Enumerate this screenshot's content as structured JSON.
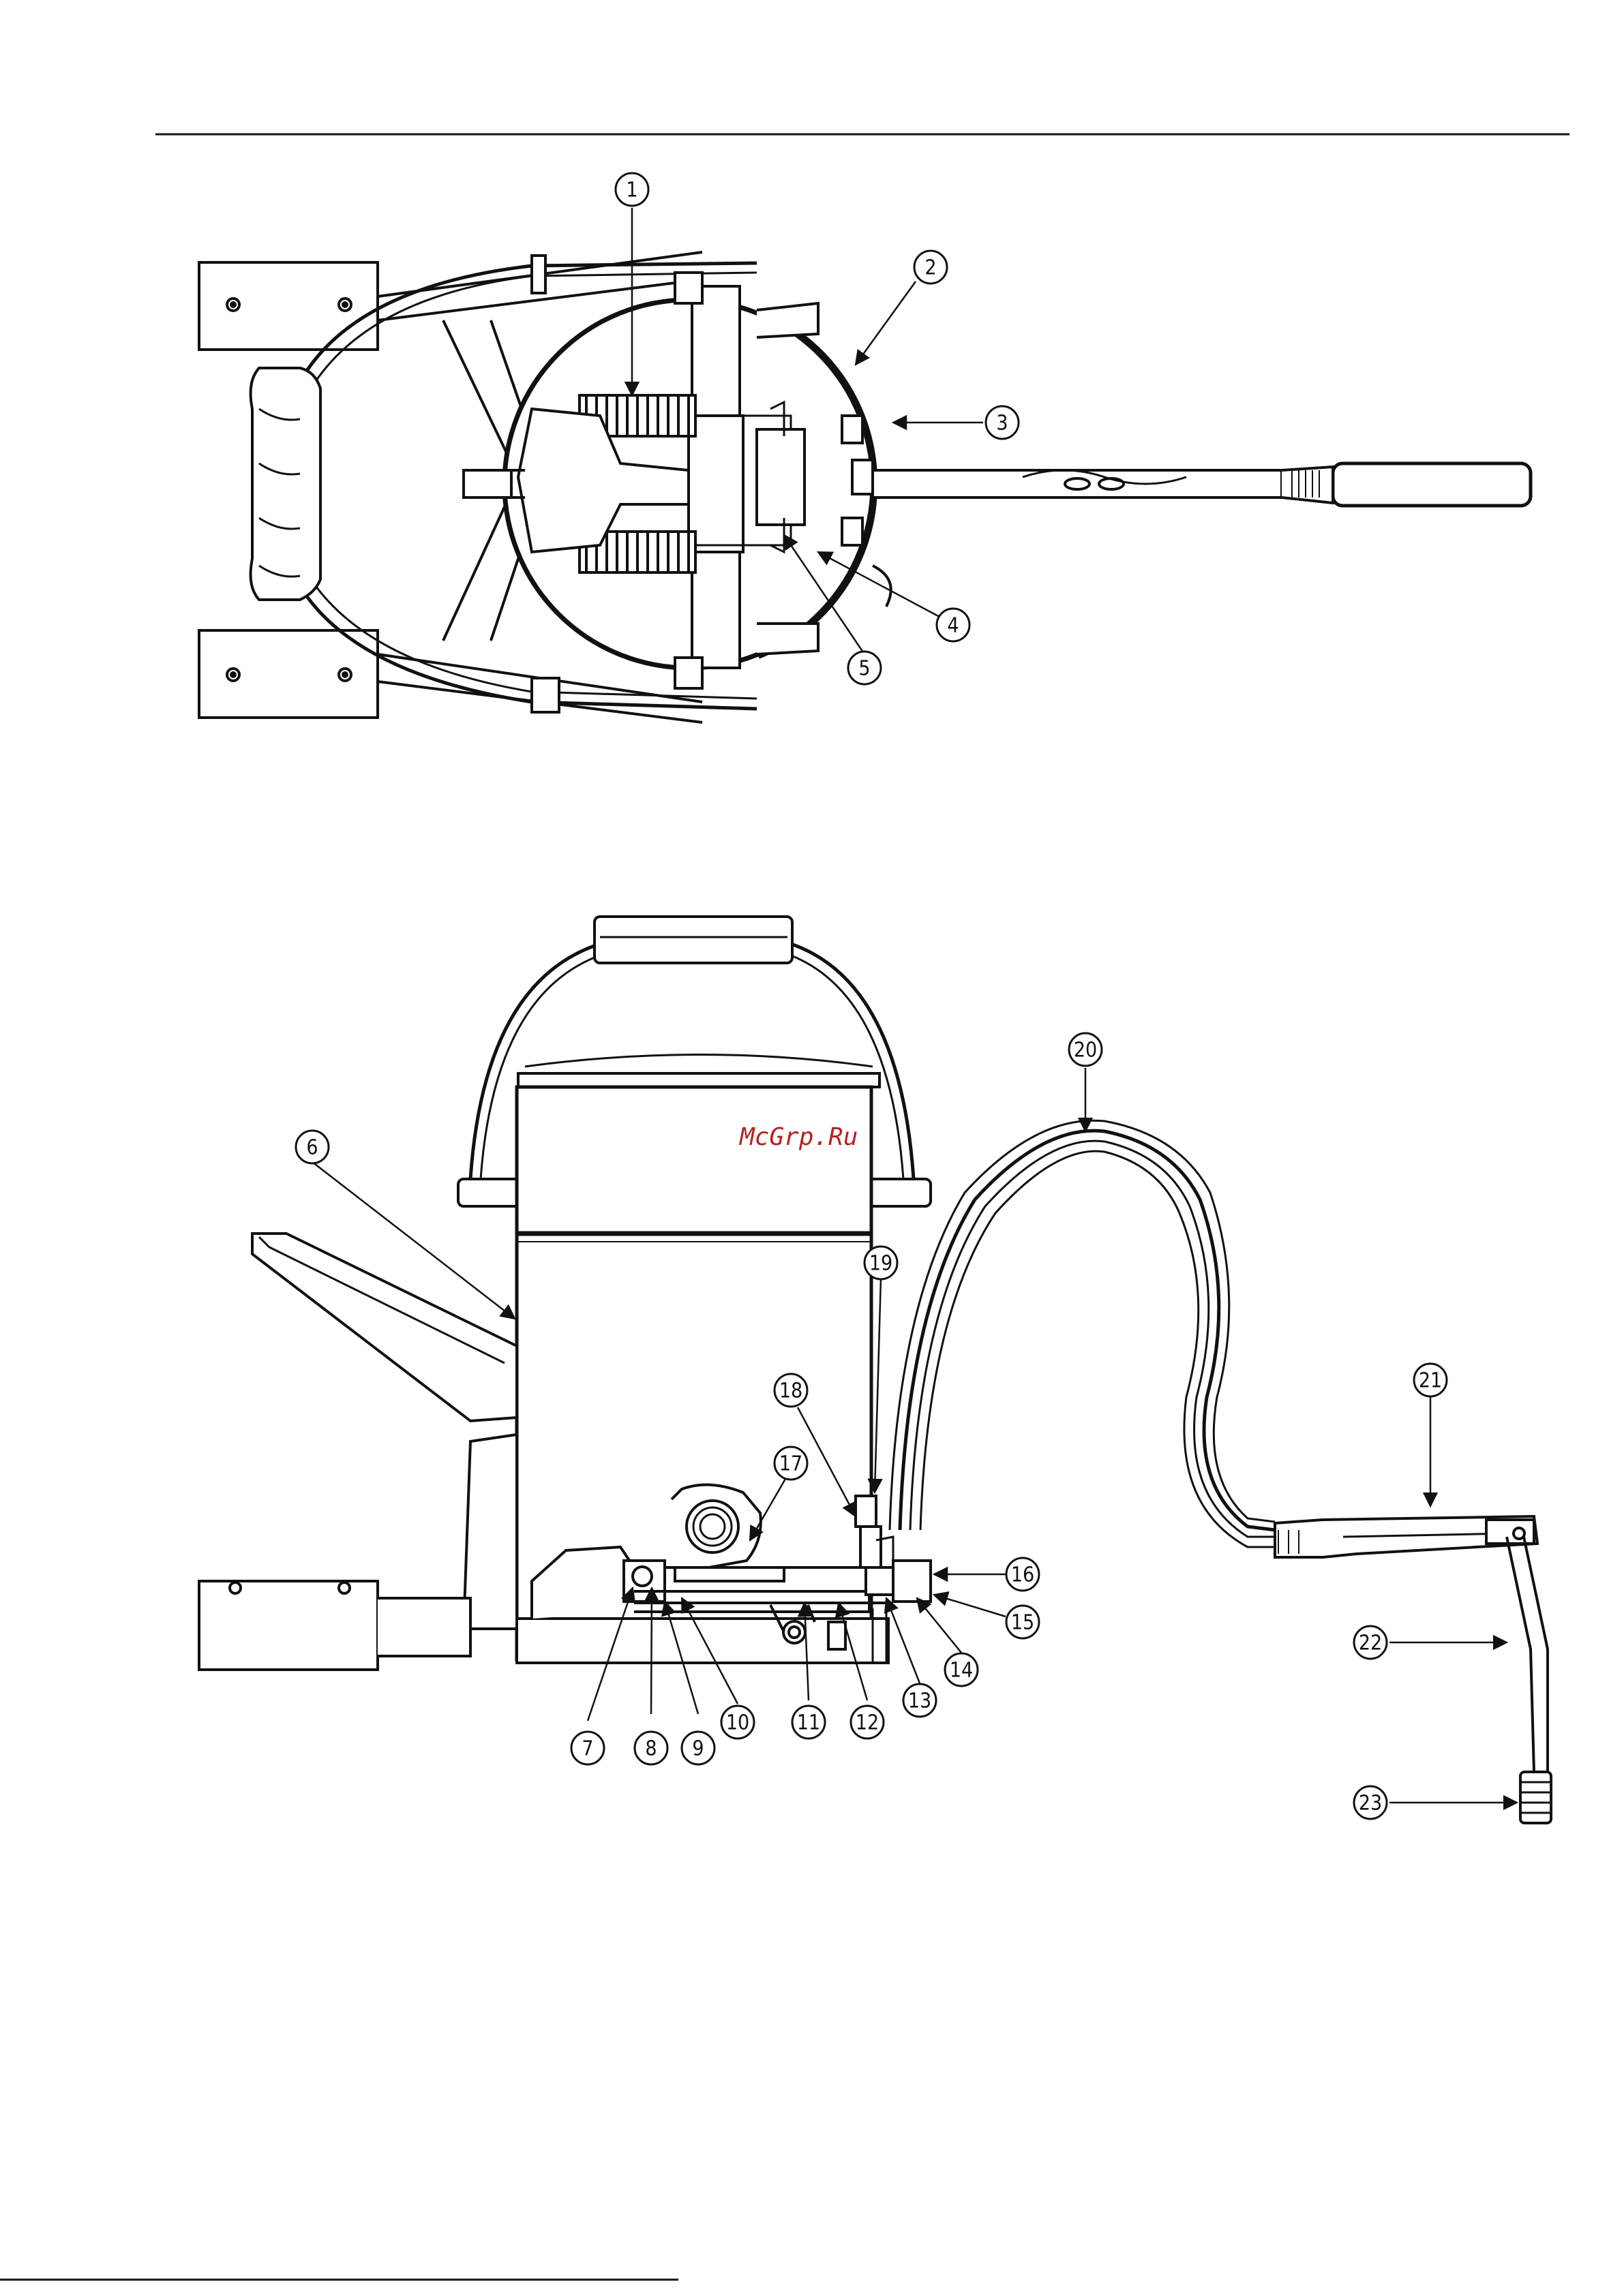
{
  "watermark": "McGrp.Ru",
  "callouts": {
    "c1": "1",
    "c2": "2",
    "c3": "3",
    "c4": "4",
    "c5": "5",
    "c6": "6",
    "c7": "7",
    "c8": "8",
    "c9": "9",
    "c10": "10",
    "c11": "11",
    "c12": "12",
    "c13": "13",
    "c14": "14",
    "c15": "15",
    "c16": "16",
    "c17": "17",
    "c18": "18",
    "c19": "19",
    "c20": "20",
    "c21": "21",
    "c22": "22",
    "c23": "23"
  },
  "colors": {
    "line": "#111111",
    "watermark": "#b72222",
    "background": "#ffffff"
  }
}
